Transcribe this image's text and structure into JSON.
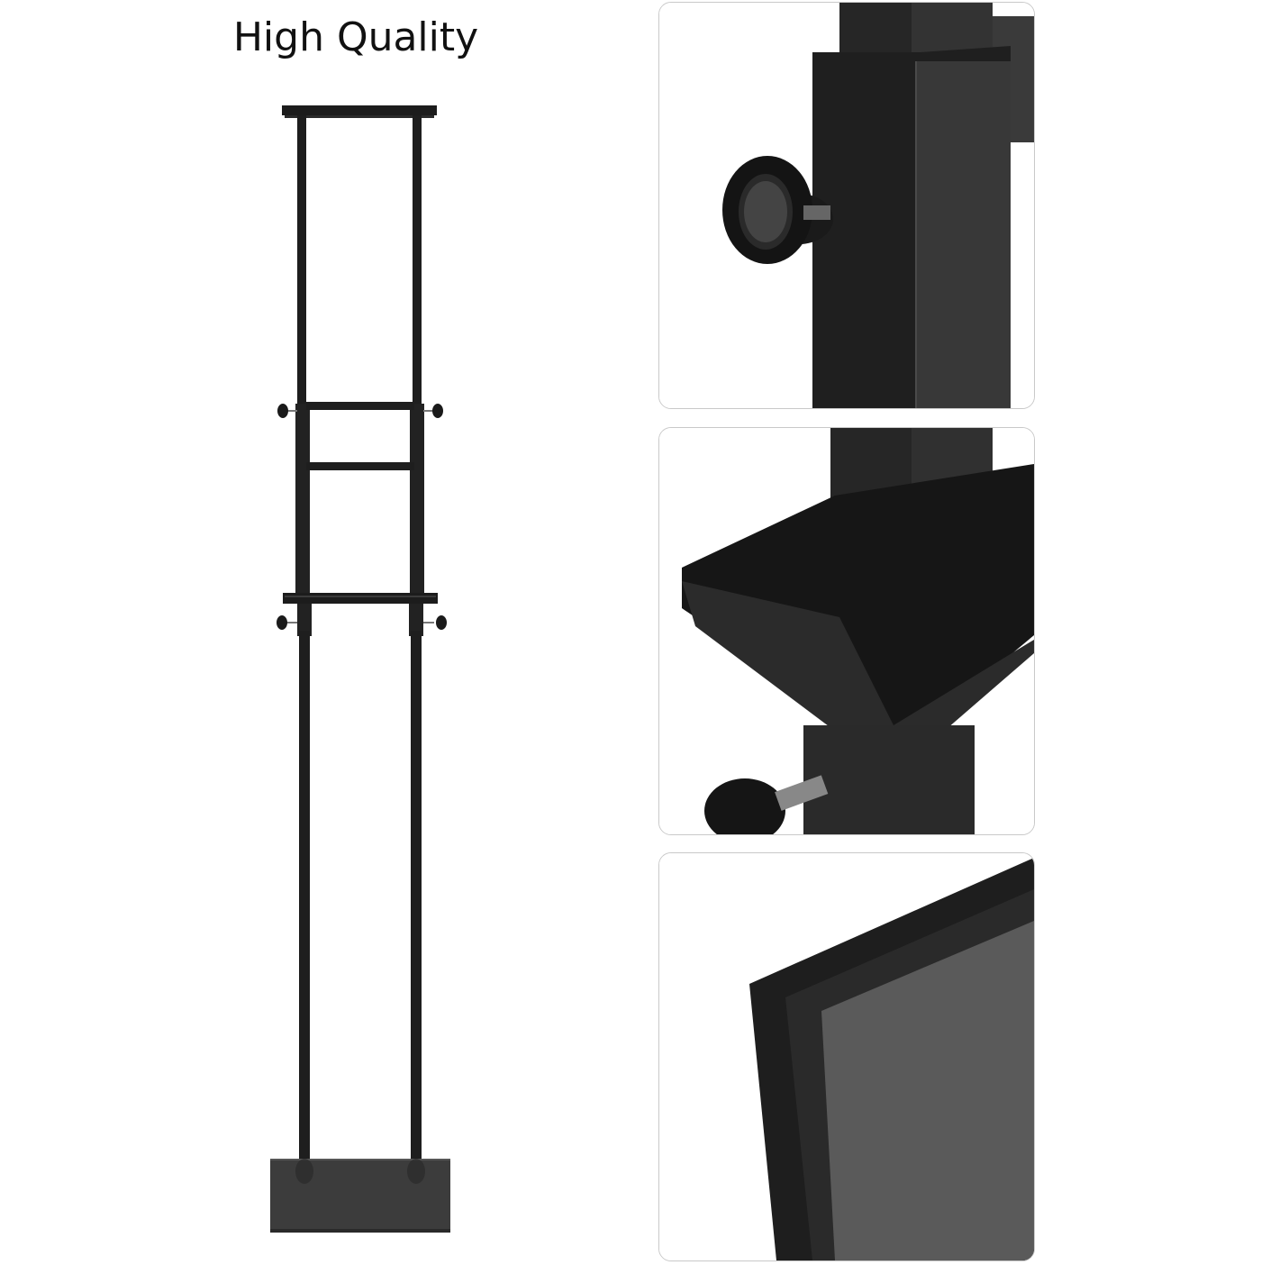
{
  "header": {
    "title": "High Quality"
  },
  "product": {
    "name": "poster-stand",
    "color": "#1a1a1a",
    "base_color": "#3c3c3c"
  },
  "detail_panels": [
    {
      "id": "knob-detail",
      "subject": "adjustment knob on square tube"
    },
    {
      "id": "bracket-detail",
      "subject": "U-channel bracket with knob and bolt"
    },
    {
      "id": "foam-detail",
      "subject": "foam board edge"
    }
  ],
  "colors": {
    "background": "#ffffff",
    "panel_border": "#c9c9c9",
    "metal_dark": "#1c1c1c",
    "metal_mid": "#2e2e2e",
    "foam_gray": "#5a5a5a"
  }
}
